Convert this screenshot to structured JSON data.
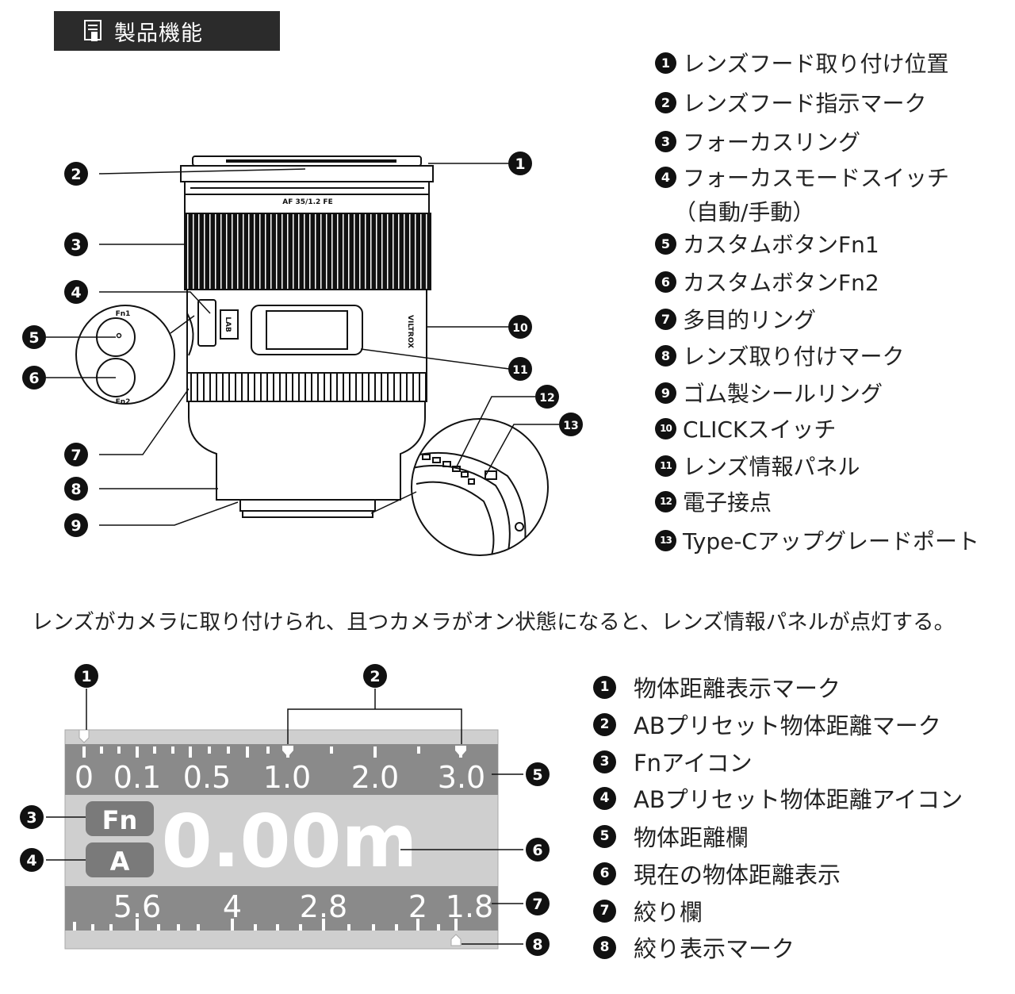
{
  "header": {
    "title": "製品機能",
    "icon": "document-icon"
  },
  "lens": {
    "model_label": "AF 35/1.2 FE",
    "brand": "VILTROX",
    "fn1": "Fn1",
    "fn2": "Fn2",
    "lab": "LAB"
  },
  "parts": [
    {
      "num": "1",
      "label": "レンズフード取り付け位置"
    },
    {
      "num": "2",
      "label": "レンズフード指示マーク"
    },
    {
      "num": "3",
      "label": "フォーカスリング"
    },
    {
      "num": "4",
      "label": "フォーカスモードスイッチ"
    },
    {
      "num": "5",
      "label": "カスタムボタンFn1"
    },
    {
      "num": "6",
      "label": "カスタムボタンFn2"
    },
    {
      "num": "7",
      "label": "多目的リング"
    },
    {
      "num": "8",
      "label": "レンズ取り付けマーク"
    },
    {
      "num": "9",
      "label": "ゴム製シールリング"
    },
    {
      "num": "10",
      "label": "CLICKスイッチ"
    },
    {
      "num": "11",
      "label": "レンズ情報パネル"
    },
    {
      "num": "12",
      "label": "電子接点"
    },
    {
      "num": "13",
      "label": "Type-Cアップグレードポート"
    }
  ],
  "parts_sub": "（自動/手動）",
  "note": "レンズがカメラに取り付けられ、且つカメラがオン状態になると、レンズ情報パネルが点灯する。",
  "display": {
    "distance_scale": [
      "0",
      "0.1",
      "0.5",
      "1.0",
      "2.0",
      "3.0"
    ],
    "fn_icon": "Fn",
    "mode_icon": "A",
    "distance": "0.00m",
    "aperture_scale": [
      "5.6",
      "4",
      "2.8",
      "2",
      "1.8"
    ]
  },
  "display_items": [
    {
      "num": "1",
      "label": "物体距離表示マーク"
    },
    {
      "num": "2",
      "label": "ABプリセット物体距離マーク"
    },
    {
      "num": "3",
      "label": "Fnアイコン"
    },
    {
      "num": "4",
      "label": "ABプリセット物体距離アイコン"
    },
    {
      "num": "5",
      "label": "物体距離欄"
    },
    {
      "num": "6",
      "label": "現在の物体距離表示"
    },
    {
      "num": "7",
      "label": "絞り欄"
    },
    {
      "num": "8",
      "label": "絞り表示マーク"
    }
  ],
  "colors": {
    "header_bg": "#2b2b2b",
    "panel_light": "#cfcfcf",
    "panel_dark": "#8a8a8a",
    "icon_box": "#7a7a7a",
    "badge": "#111111"
  }
}
